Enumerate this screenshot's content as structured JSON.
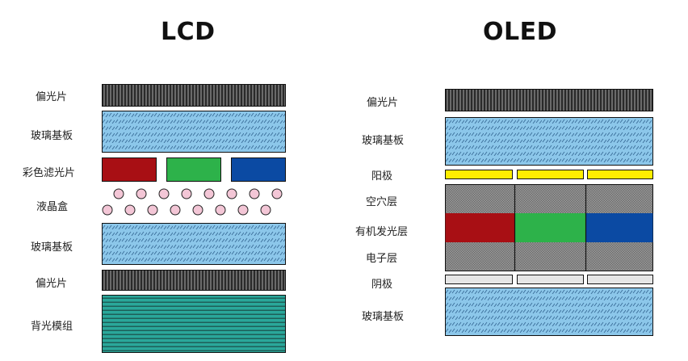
{
  "lcd": {
    "title": "LCD",
    "labels": {
      "polarizer_top": "偏光片",
      "glass_top": "玻璃基板",
      "color_filter": "彩色滤光片",
      "lc_cell": "液晶盒",
      "glass_bottom": "玻璃基板",
      "polarizer_bottom": "偏光片",
      "backlight": "背光模组"
    }
  },
  "oled": {
    "title": "OLED",
    "labels": {
      "polarizer": "偏光片",
      "glass_top": "玻璃基板",
      "anode": "阳极",
      "hole_layer": "空穴层",
      "organic_layer": "有机发光层",
      "electron_layer": "电子层",
      "cathode": "阴极",
      "glass_bottom": "玻璃基板"
    }
  },
  "colors": {
    "red": "#a80f14",
    "green": "#2db24a",
    "blue": "#0b4aa3",
    "glass": "#8cc7ea",
    "backlight": "#2aa79a",
    "anode": "#ffee00",
    "cathode": "#e6e6e6",
    "lc_circle": "#f3c6d6"
  }
}
